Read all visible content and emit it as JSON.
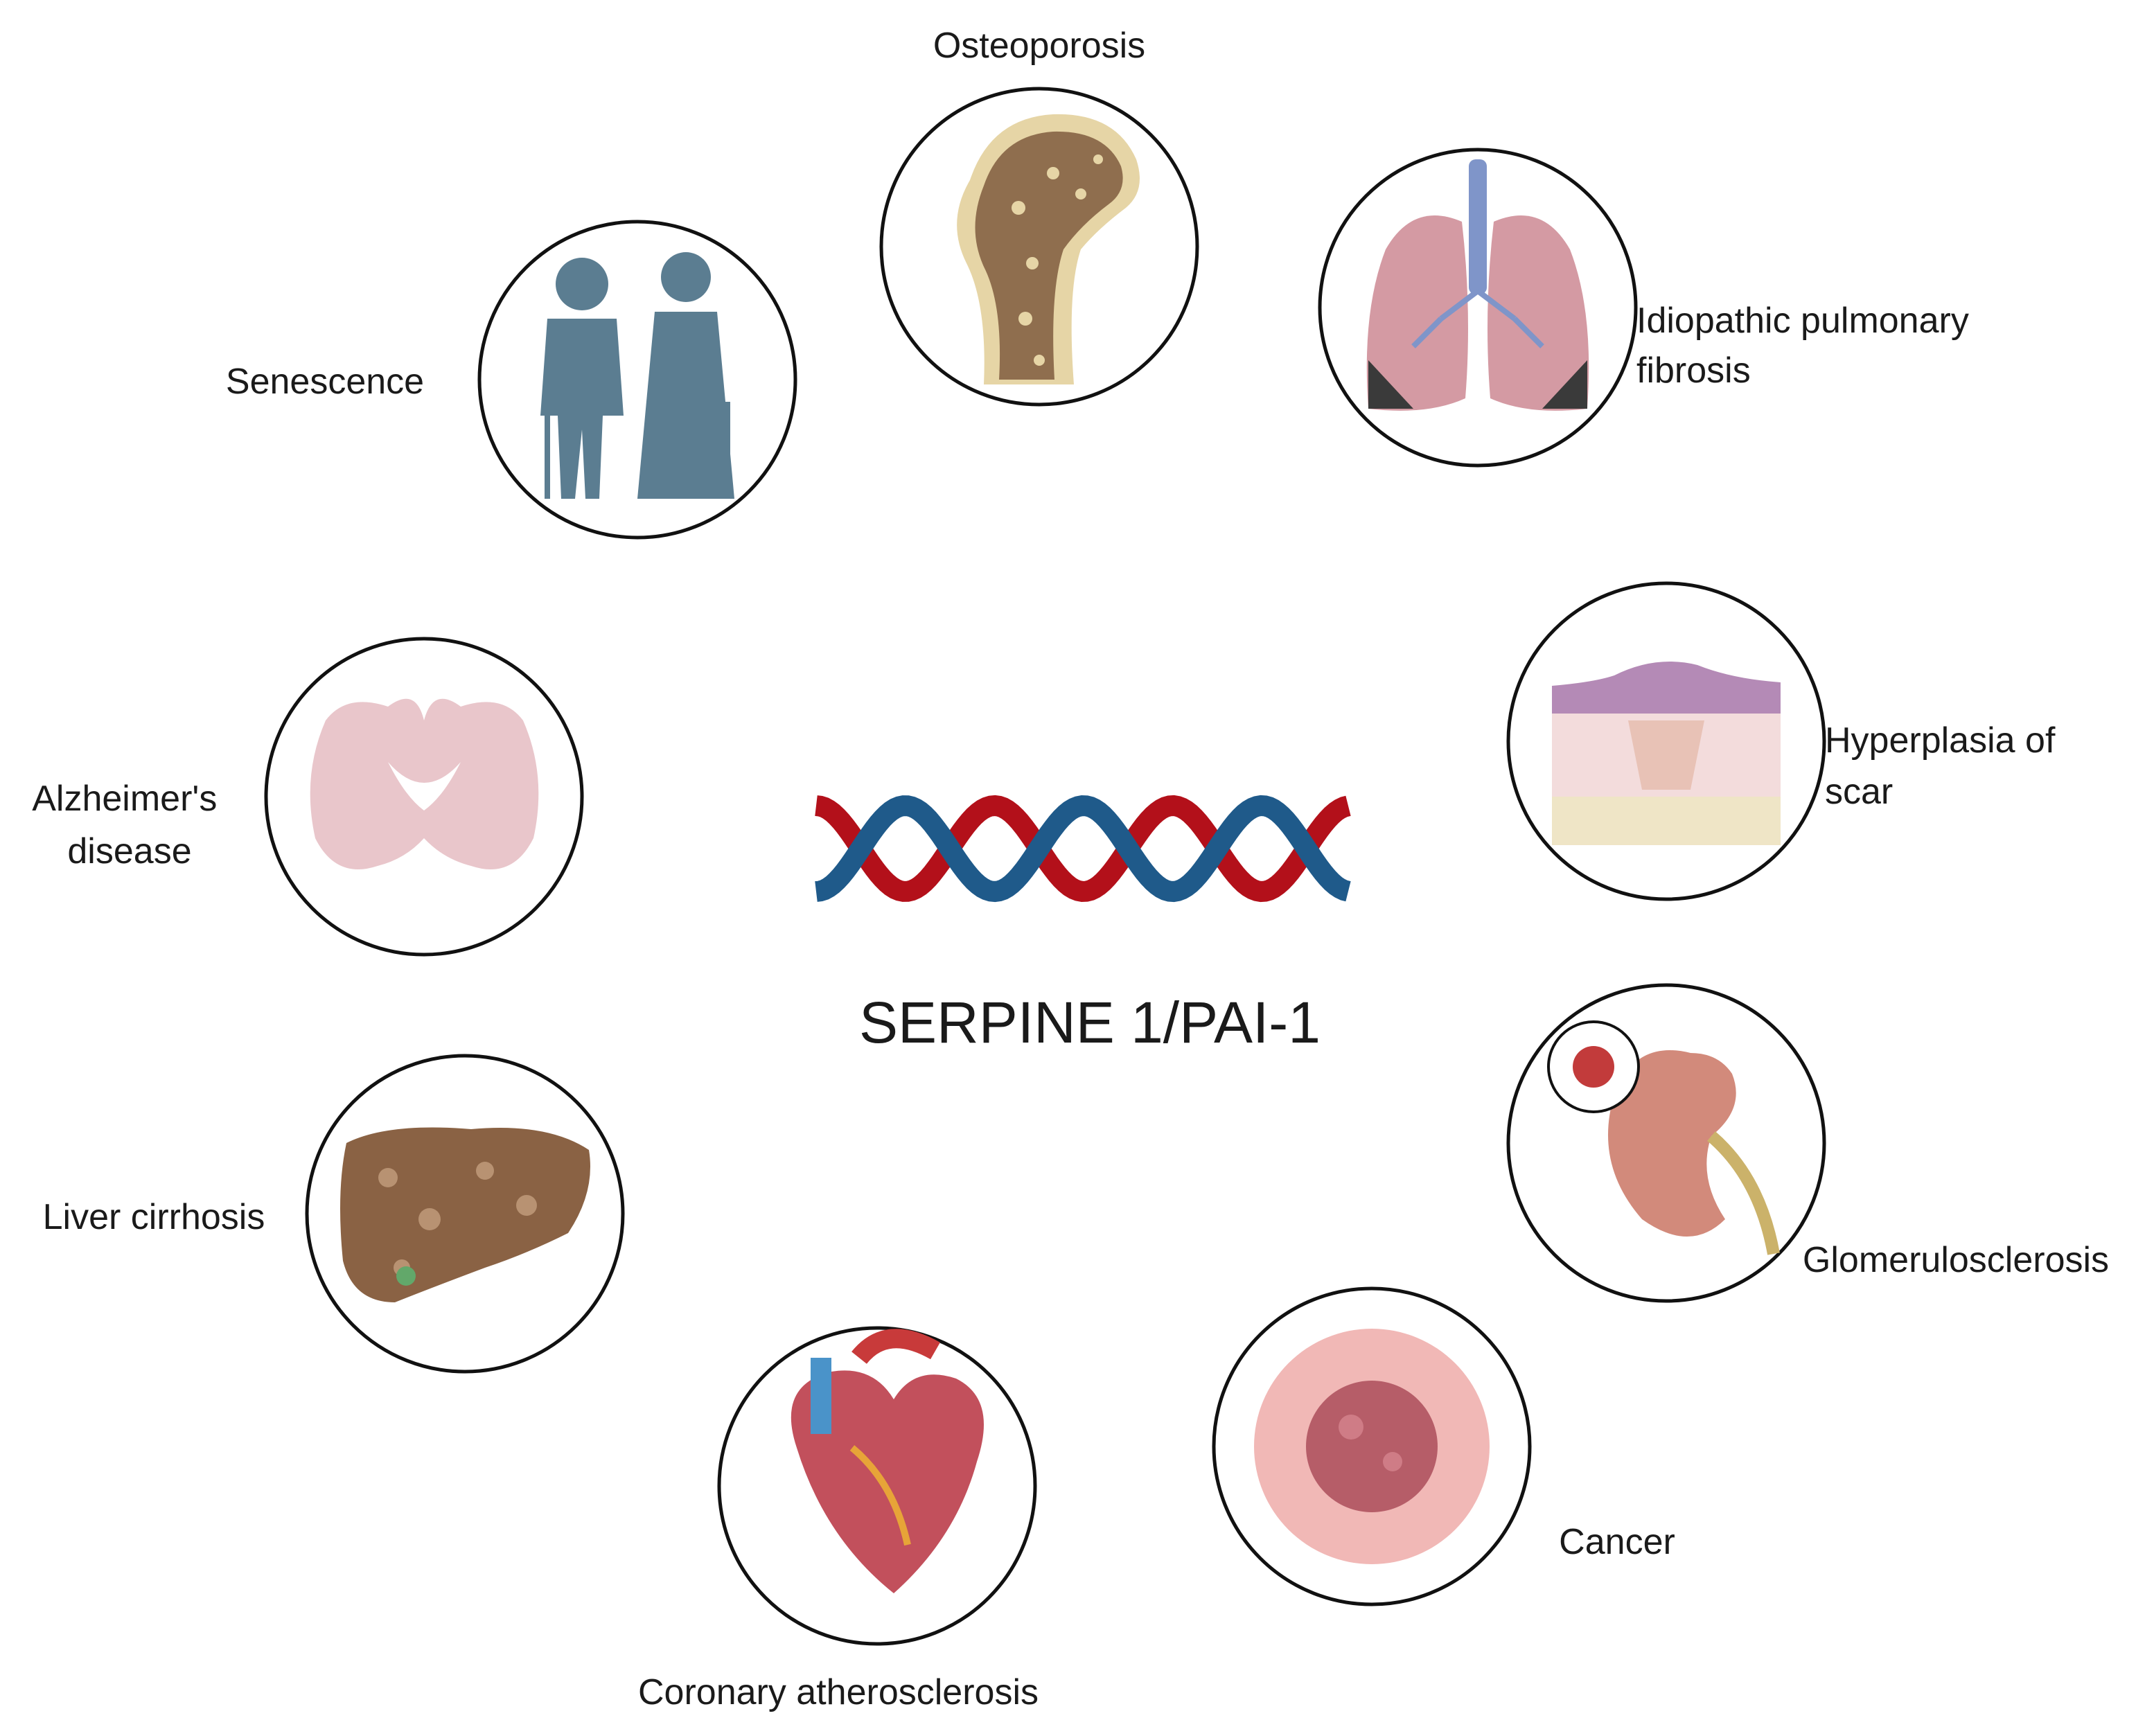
{
  "center": {
    "label": "SERPINE 1/PAI-1",
    "strand_colors": [
      "#b3101a",
      "#1f5a8a"
    ]
  },
  "nodes": [
    {
      "id": "osteoporosis",
      "icon": "bone-femur-icon",
      "lines": [
        "Osteoporosis"
      ]
    },
    {
      "id": "ipf",
      "icon": "lungs-icon",
      "lines": [
        "Idiopathic pulmonary",
        "fibrosis"
      ]
    },
    {
      "id": "scar",
      "icon": "skin-scar-icon",
      "lines": [
        "Hyperplasia of",
        "scar"
      ]
    },
    {
      "id": "glomerulosclerosis",
      "icon": "kidney-icon",
      "lines": [
        "Glomerulosclerosis"
      ]
    },
    {
      "id": "cancer",
      "icon": "cancer-cell-icon",
      "lines": [
        "Cancer"
      ]
    },
    {
      "id": "coronary",
      "icon": "heart-icon",
      "lines": [
        "Coronary atherosclerosis"
      ]
    },
    {
      "id": "liver",
      "icon": "liver-icon",
      "lines": [
        "Liver cirrhosis"
      ]
    },
    {
      "id": "alzheimers",
      "icon": "brain-section-icon",
      "lines": [
        "Alzheimer's",
        "disease"
      ]
    },
    {
      "id": "senescence",
      "icon": "elderly-couple-icon",
      "lines": [
        "Senescence"
      ]
    }
  ]
}
